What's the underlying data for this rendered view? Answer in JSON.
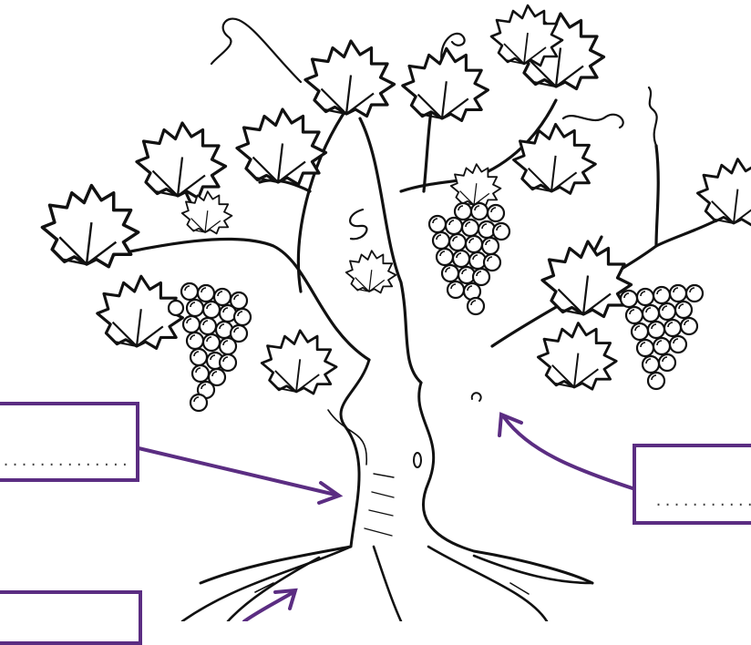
{
  "colors": {
    "ink": "#111111",
    "accent": "#5b2d82",
    "paper": "#ffffff"
  },
  "labels": [
    {
      "name": "trunk",
      "placeholder": "..............",
      "value": ""
    },
    {
      "name": "branch",
      "placeholder": "..............",
      "value": ""
    },
    {
      "name": "root",
      "placeholder": "",
      "value": ""
    }
  ]
}
